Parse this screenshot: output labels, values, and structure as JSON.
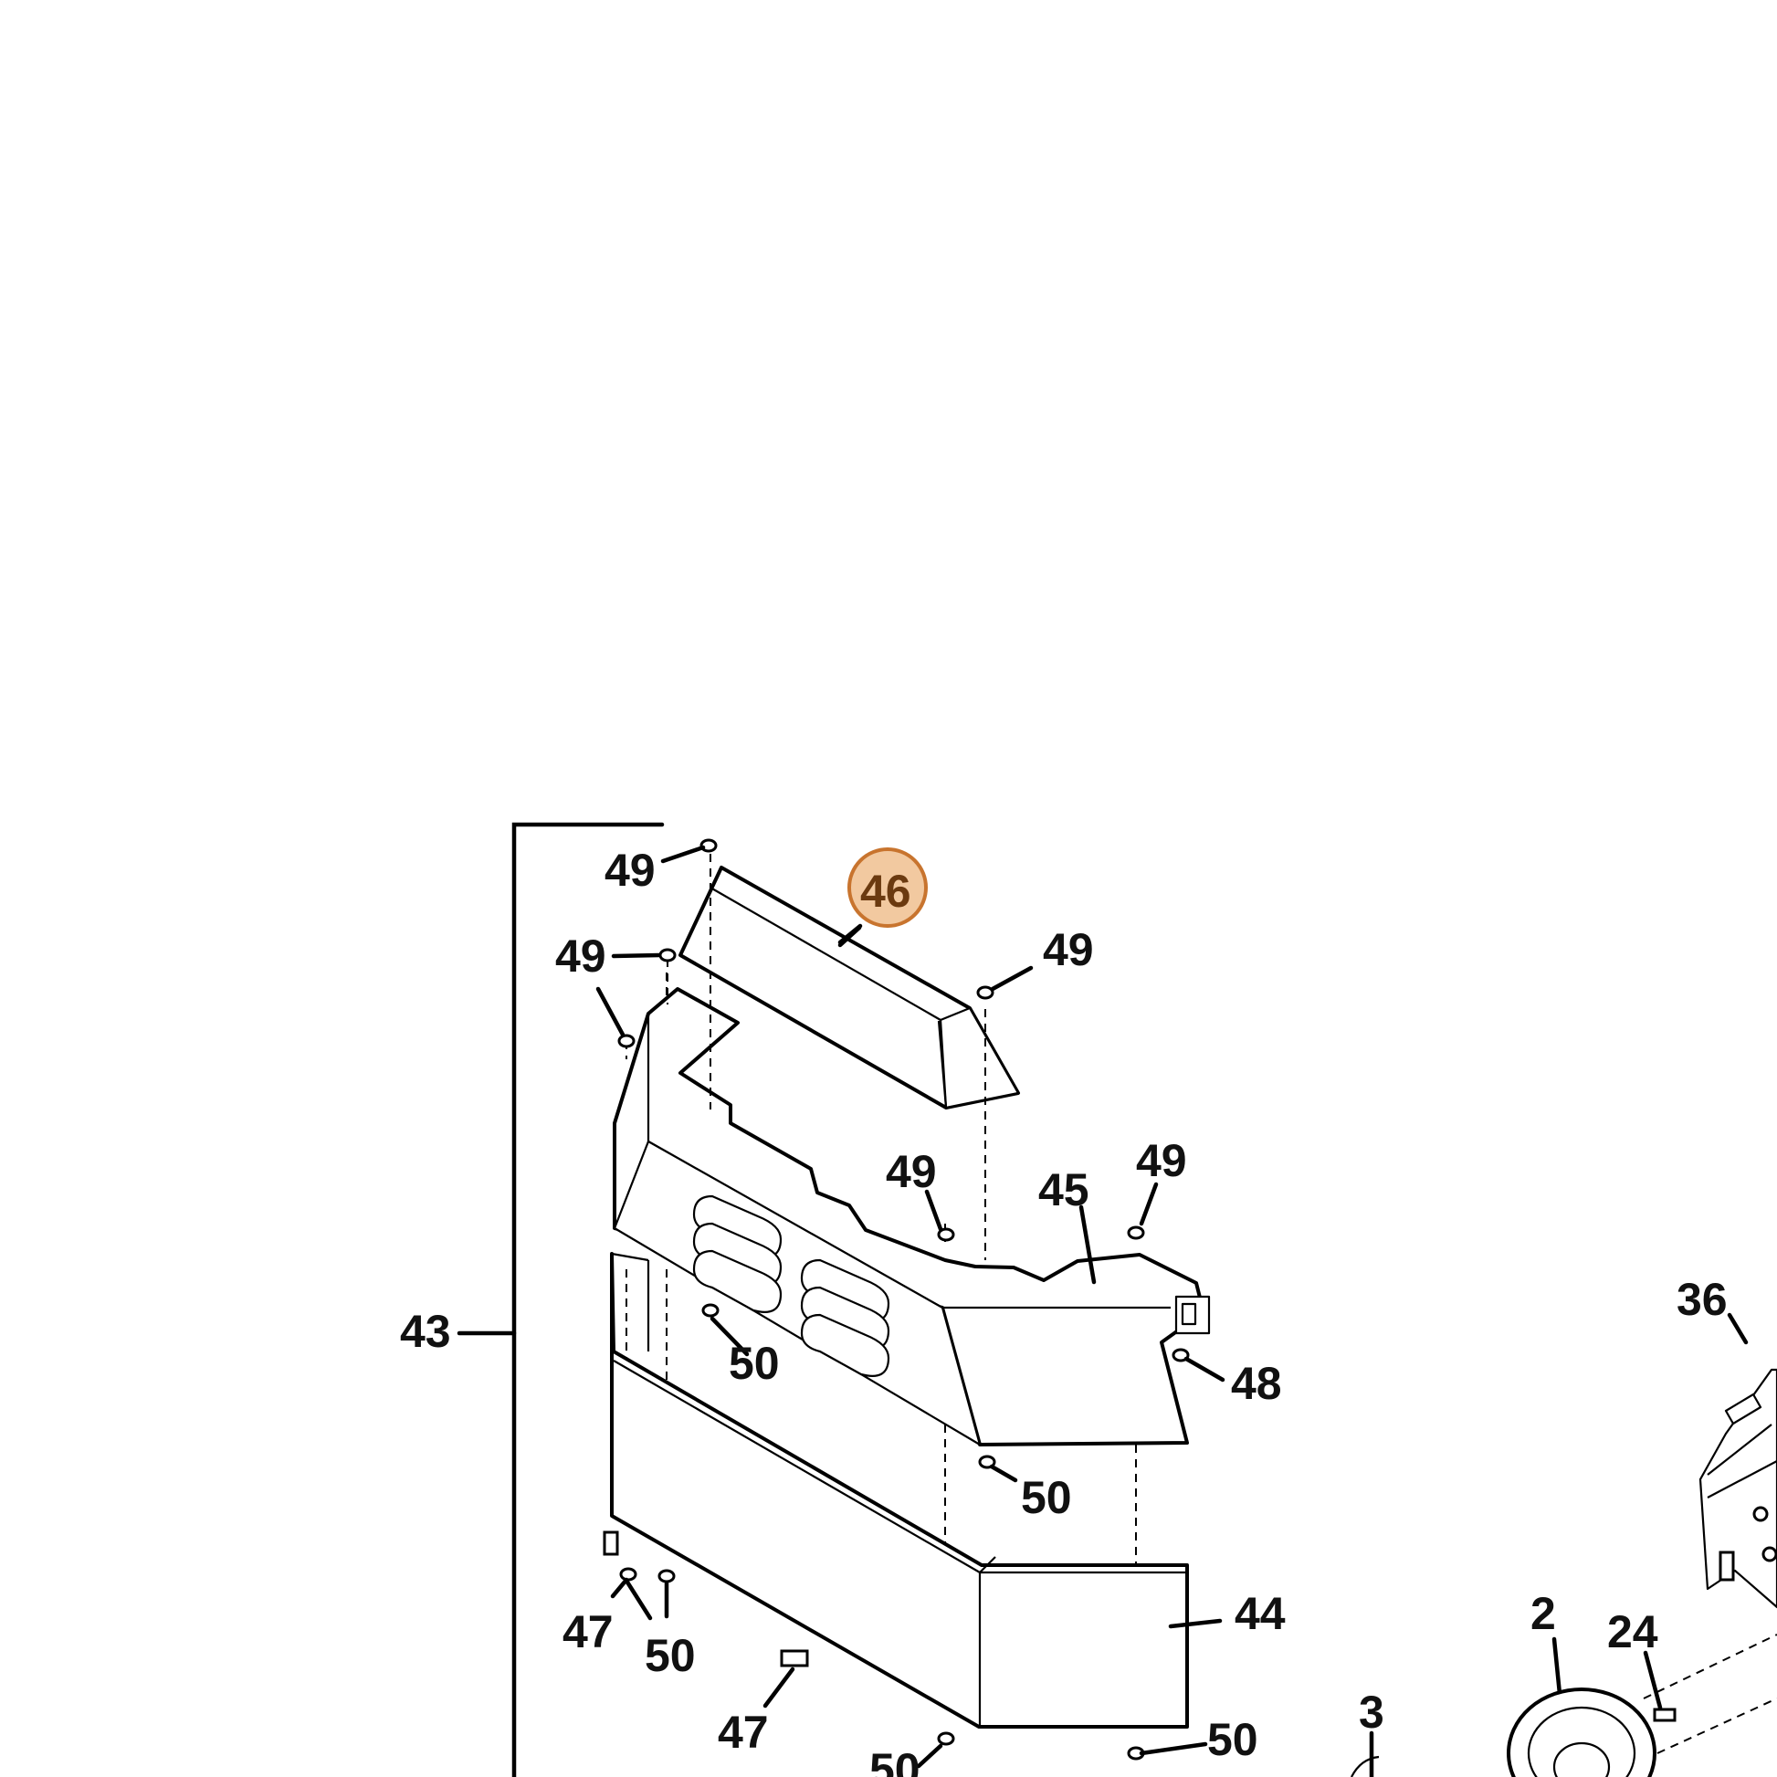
{
  "diagram": {
    "highlighted_callout": "46",
    "highlight_color": "#f2c9a0",
    "highlight_border": "#c8742e",
    "callouts": {
      "c43": "43",
      "c49a": "49",
      "c49b": "49",
      "c49c": "49",
      "c49d": "49",
      "c49e": "49",
      "c49f": "49",
      "c46": "46",
      "c45": "45",
      "c50a": "50",
      "c50b": "50",
      "c50c": "50",
      "c50d": "50",
      "c50e": "50",
      "c50f": "50",
      "c48": "48",
      "c44": "44",
      "c47a": "47",
      "c47b": "47",
      "c36": "36",
      "c2": "2",
      "c24": "24",
      "c3": "3"
    }
  }
}
